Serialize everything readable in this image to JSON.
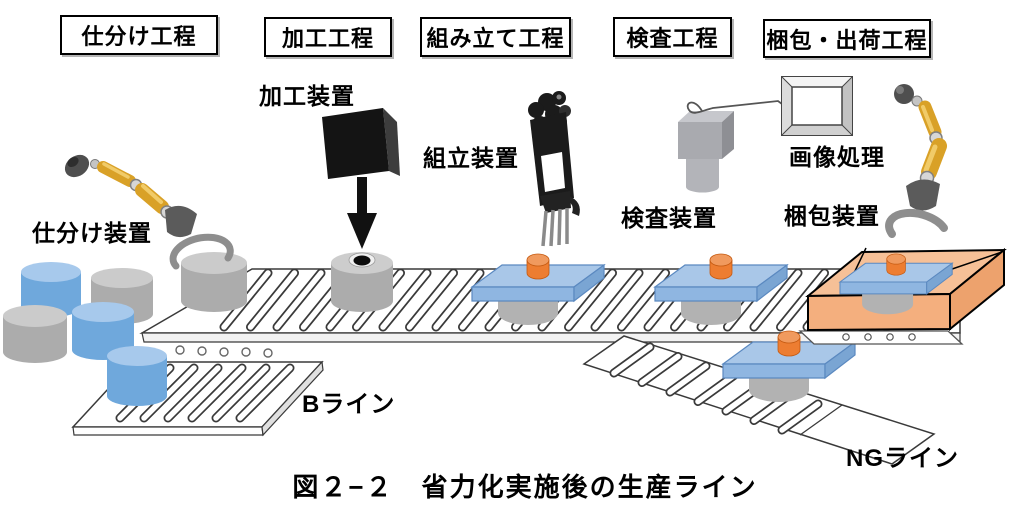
{
  "figure": {
    "caption": "図２−２　省力化実施後の生産ライン"
  },
  "process_steps": [
    {
      "id": "sorting",
      "label": "仕分け工程"
    },
    {
      "id": "processing",
      "label": "加工工程"
    },
    {
      "id": "assembly",
      "label": "組み立て工程"
    },
    {
      "id": "inspection",
      "label": "検査工程"
    },
    {
      "id": "packing_shipping",
      "label": "梱包・出荷工程"
    }
  ],
  "equipment_labels": {
    "sorting": "仕分け装置",
    "processing": "加工装置",
    "assembly": "組立装置",
    "inspection": "検査装置",
    "image_processing": "画像処理",
    "packing": "梱包装置"
  },
  "line_labels": {
    "b_line": "Bライン",
    "ng_line": "NGライン"
  },
  "scene": {
    "blue_cylinder_workpieces": 3,
    "gray_cylinder_workpieces": 4,
    "assembled_products_with_blue_plate": 4
  },
  "colors": {
    "workpiece_blue": "#6FA8DC",
    "workpiece_blue_top": "#A7C9EC",
    "workpiece_gray": "#ACACAC",
    "product_plate_blue": "#A9C7E8",
    "product_knob_orange": "#ED7D31",
    "packing_box_orange": "#F4B183",
    "robot_arm_yellow": "#D9A127",
    "machine_black": "#141414",
    "conveyor_outline": "#3A3A3A"
  }
}
